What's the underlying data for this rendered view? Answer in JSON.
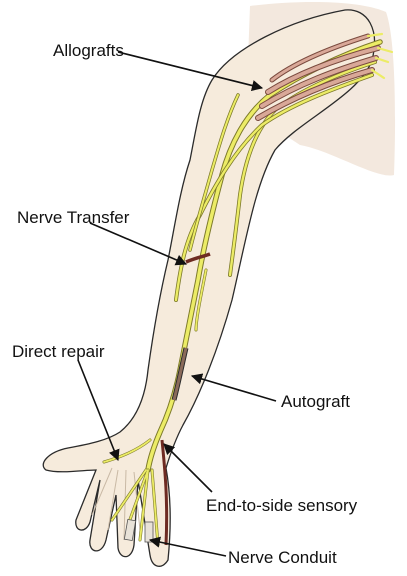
{
  "labels": {
    "allografts": "Allografts",
    "nerve_transfer": "Nerve Transfer",
    "direct_repair": "Direct repair",
    "autograft": "Autograft",
    "end_to_side": "End-to-side sensory",
    "nerve_conduit": "Nerve Conduit"
  },
  "colors": {
    "skin": "#f6ebdc",
    "shoulder": "#f3e8de",
    "outline": "#2b2b2b",
    "nerve": "#ecec66",
    "nerve_outline": "#7d7a2a",
    "graft": "#d9a898",
    "graft_outline": "#7a4a3e",
    "transfer": "#6e2b22",
    "arrow": "#111111"
  }
}
